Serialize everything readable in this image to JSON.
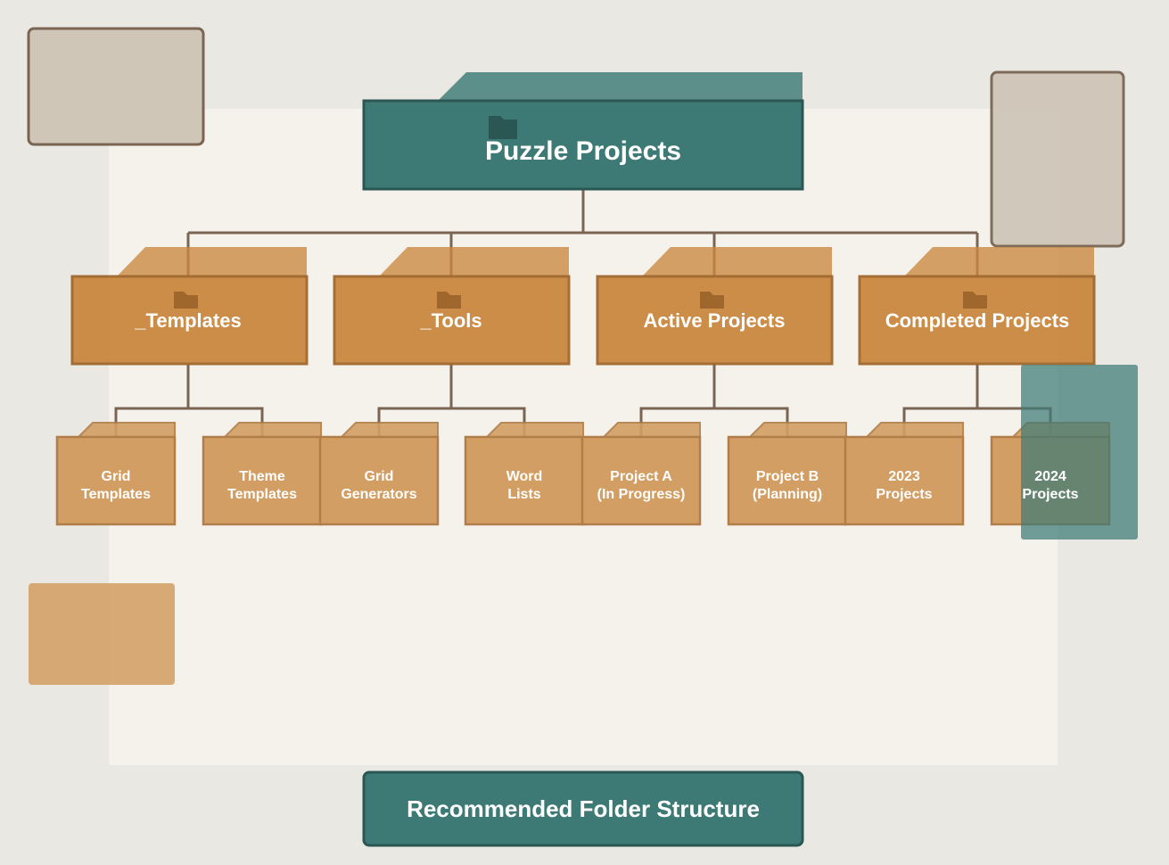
{
  "diagram": {
    "root": {
      "label": "Puzzle Projects",
      "icon": "folder-icon"
    },
    "categories": [
      {
        "label": "_Templates",
        "icon": "folder-icon",
        "children": [
          {
            "line1": "Grid",
            "line2": "Templates"
          },
          {
            "line1": "Theme",
            "line2": "Templates"
          }
        ]
      },
      {
        "label": "_Tools",
        "icon": "folder-icon",
        "children": [
          {
            "line1": "Grid",
            "line2": "Generators"
          },
          {
            "line1": "Word",
            "line2": "Lists"
          }
        ]
      },
      {
        "label": "Active Projects",
        "icon": "folder-icon",
        "children": [
          {
            "line1": "Project A",
            "line2": "(In Progress)"
          },
          {
            "line1": "Project B",
            "line2": "(Planning)"
          }
        ]
      },
      {
        "label": "Completed Projects",
        "icon": "folder-icon",
        "children": [
          {
            "line1": "2023",
            "line2": "Projects"
          },
          {
            "line1": "2024",
            "line2": "Projects"
          }
        ]
      }
    ],
    "caption": "Recommended Folder Structure"
  },
  "colors": {
    "background": "#EAE8E3",
    "panel": "#F5F2EC",
    "teal": "#3D7A76",
    "teal_dark": "#2A5654",
    "orange": "#C9883F",
    "orange_dark": "#A0672D",
    "tan": "#D39E63",
    "tan_dark": "#B17E4A",
    "connector": "#7A6553",
    "beige_shape": "#CFC6B8"
  }
}
